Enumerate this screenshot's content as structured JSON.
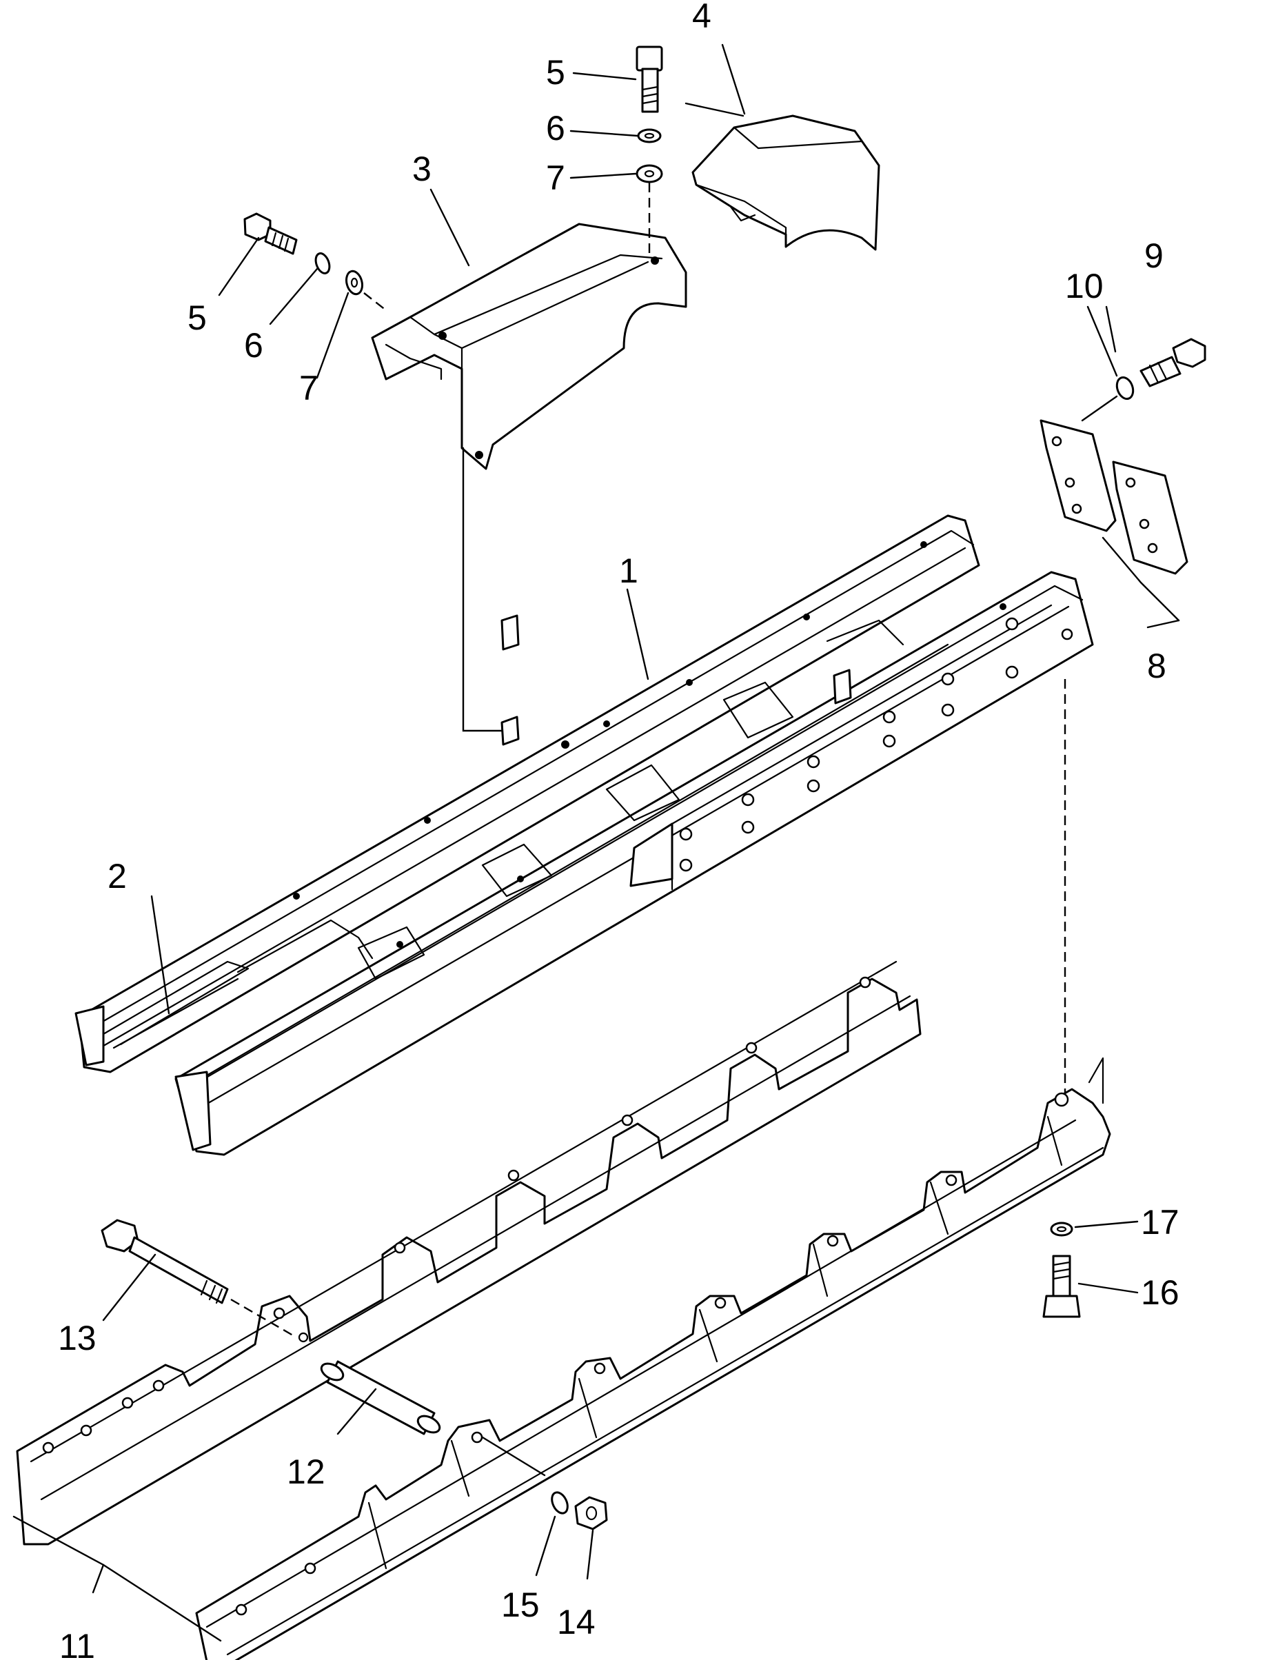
{
  "figure": {
    "callouts": {
      "c1": "1",
      "c2": "2",
      "c3": "3",
      "c4": "4",
      "c5a": "5",
      "c5b": "5",
      "c6a": "6",
      "c6b": "6",
      "c7a": "7",
      "c7b": "7",
      "c8": "8",
      "c9": "9",
      "c10": "10",
      "c11": "11",
      "c12": "12",
      "c13": "13",
      "c14": "14",
      "c15": "15",
      "c16": "16",
      "c17": "17"
    }
  }
}
